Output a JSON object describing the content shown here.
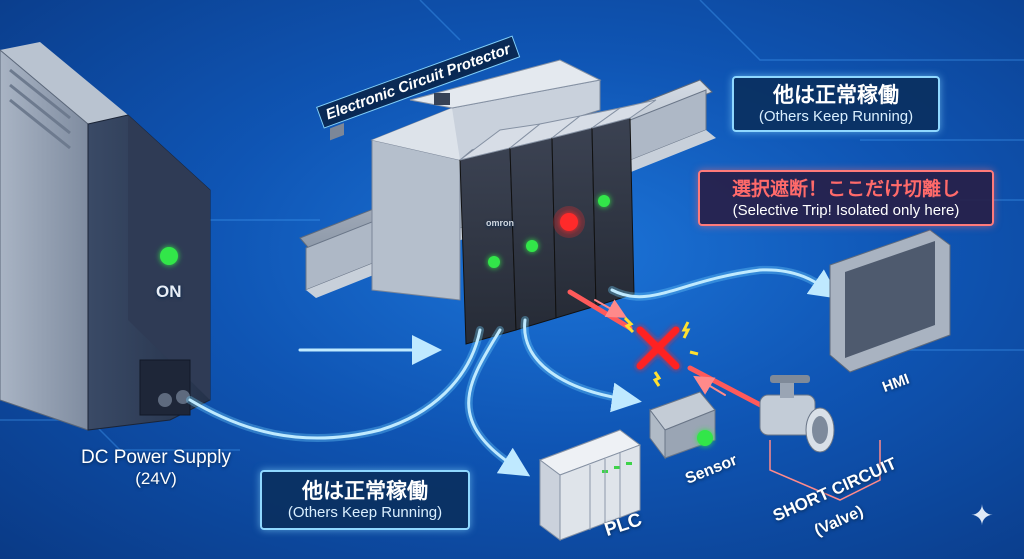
{
  "labels": {
    "ecp_title": "Electronic Circuit Protector",
    "power_on": "ON",
    "power_supply": "DC Power Supply",
    "power_voltage": "(24V)",
    "plc": "PLC",
    "sensor": "Sensor",
    "hmi": "HMI",
    "short_circuit": "SHORT CIRCUIT",
    "short_circuit_sub": "(Valve)",
    "module_brand": "omron"
  },
  "callouts": {
    "top": {
      "jp": "他は正常稼働",
      "en": "(Others Keep Running)"
    },
    "trip": {
      "jp": "選択遮断！ここだけ切離し",
      "en": "(Selective Trip! Isolated only here)"
    },
    "bottom": {
      "jp": "他は正常稼働",
      "en": "(Others Keep Running)"
    }
  },
  "status": {
    "modules": [
      {
        "led": "green"
      },
      {
        "led": "green"
      },
      {
        "led": "red",
        "tripped": true
      },
      {
        "led": "green"
      }
    ],
    "power_led": "green",
    "sensor_led": "green"
  },
  "colors": {
    "wire_ok": "#6fd0ff",
    "wire_fault": "#ff5a5a",
    "led_green": "#33e64a",
    "led_red": "#ff2a2a",
    "fault_x": "#ff2020",
    "spark": "#ffe030"
  },
  "icons": [
    "sparkle-icon",
    "fault-x-icon",
    "spark-icon"
  ]
}
